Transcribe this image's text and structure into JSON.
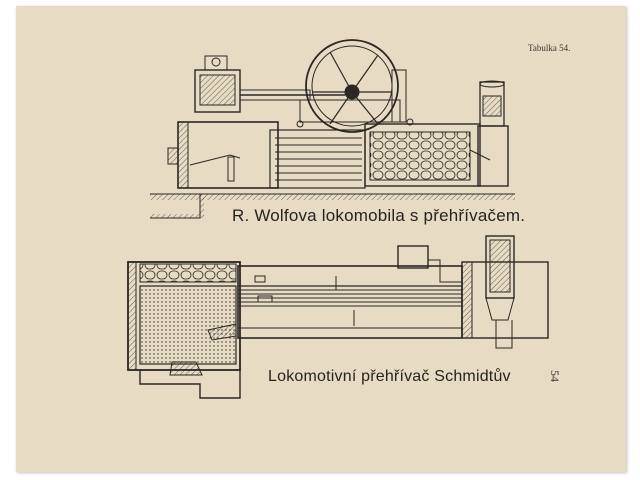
{
  "plate": {
    "label": "Tabulka 54.",
    "side_number": "54"
  },
  "figures": {
    "top_caption": "R. Wolfova lokomobila s přehřívačem.",
    "bottom_caption": "Lokomotivní přehřívač Schmidtův"
  },
  "colors": {
    "paper": "#e7dcc3",
    "ink": "#2a2724"
  }
}
